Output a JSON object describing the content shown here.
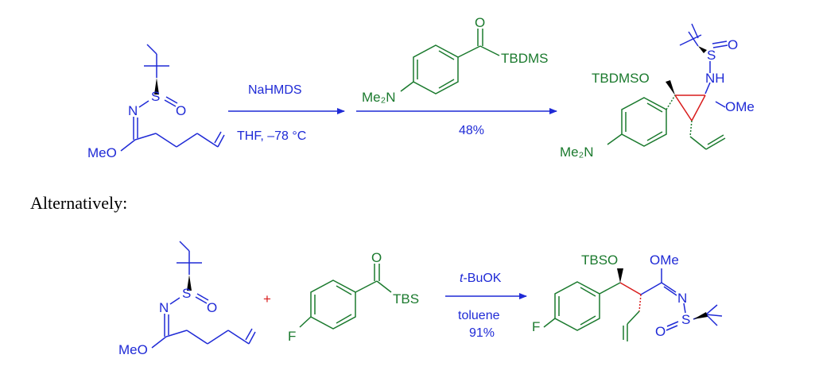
{
  "colors": {
    "blue": "#1f2ad6",
    "green": "#1b7a2e",
    "red": "#d81b1b",
    "black": "#000000"
  },
  "scheme1": {
    "reactant": {
      "nitrogen": "N",
      "sulfur": "S",
      "oxygen": "O",
      "methoxy": "MeO"
    },
    "step1": {
      "reagent": "NaHMDS",
      "conditions": "THF, –78 °C"
    },
    "acylsilane": {
      "oxygen": "O",
      "silyl": "TBDMS",
      "amine": "Me₂N"
    },
    "step2": {
      "yield": "48%"
    },
    "product": {
      "silyloxy": "TBDMSO",
      "sulfinyl_s": "S",
      "sulfinyl_o": "O",
      "nh": "NH",
      "ome": "OMe",
      "amine": "Me₂N"
    }
  },
  "alternative_label": "Alternatively:",
  "scheme2": {
    "reactant": {
      "nitrogen": "N",
      "sulfur": "S",
      "oxygen": "O",
      "methoxy": "MeO"
    },
    "plus": "+",
    "acylsilane": {
      "oxygen": "O",
      "silyl": "TBS",
      "fluorine": "F"
    },
    "step": {
      "reagent_italic": "t",
      "reagent_rest": "-BuOK",
      "solvent": "toluene",
      "yield": "91%"
    },
    "product": {
      "silyloxy": "TBSO",
      "ome": "OMe",
      "nitrogen": "N",
      "sulfur": "S",
      "oxygen": "O",
      "fluorine": "F"
    }
  }
}
